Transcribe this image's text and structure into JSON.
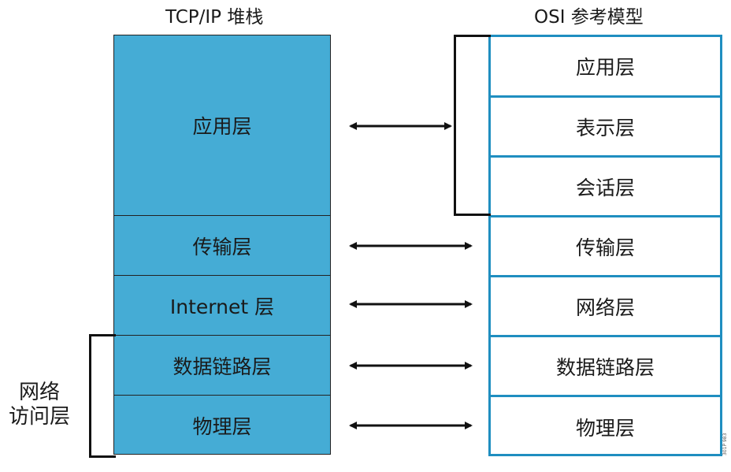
{
  "titles": {
    "tcp": "TCP/IP 堆栈",
    "osi": "OSI 参考模型"
  },
  "tcp_layers": [
    "应用层",
    "传输层",
    "Internet 层",
    "数据链路层",
    "物理层"
  ],
  "osi_layers": [
    "应用层",
    "表示层",
    "会话层",
    "传输层",
    "网络层",
    "数据链路层",
    "物理层"
  ],
  "network_access_label": [
    "网络",
    "访问层"
  ],
  "figure_id": "301P 983",
  "colors": {
    "tcp_fill": "#45acd5",
    "osi_border": "#1f8ec0"
  }
}
